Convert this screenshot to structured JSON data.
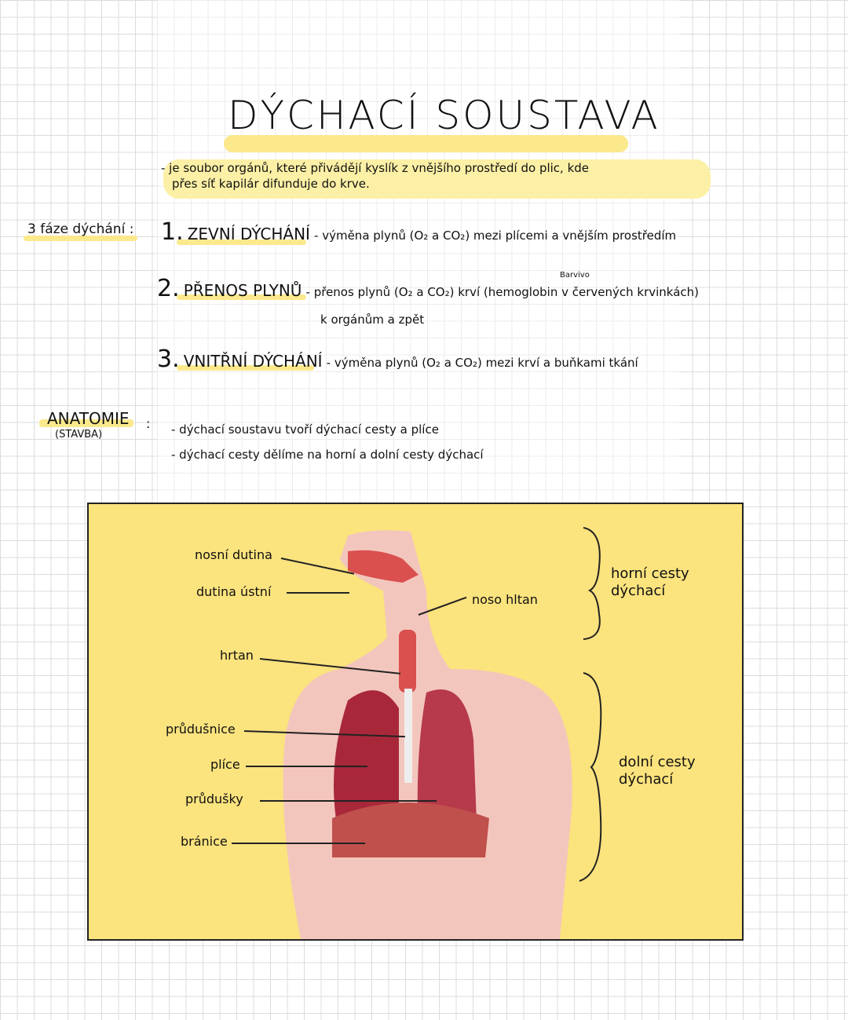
{
  "title": "DÝCHACÍ SOUSTAVA",
  "definition": [
    "- je soubor orgánů, které přivádějí kyslík z vnějšího prostředí do plic, kde",
    "přes síť kapilár difunduje do krve."
  ],
  "phases_label": "3 fáze dýchání :",
  "phases": [
    {
      "num": "1.",
      "name": "ZEVNÍ DÝCHÁNÍ",
      "desc": "- výměna plynů (O₂ a CO₂) mezi plícemi a vnějším prostředím"
    },
    {
      "num": "2.",
      "name": "PŘENOS PLYNŮ",
      "desc": "- přenos plynů (O₂ a CO₂) krví (hemoglobin v červených krvinkách)",
      "desc2": "k orgánům a zpět",
      "note": "Barvivo"
    },
    {
      "num": "3.",
      "name": "VNITŘNÍ DÝCHÁNÍ",
      "desc": "- výměna plynů (O₂ a CO₂) mezi krví a buňkami tkání"
    }
  ],
  "anatomy": {
    "label": "ANATOMIE",
    "sublabel": "(STAVBA)",
    "colon": ":",
    "lines": [
      "- dýchací soustavu tvoří dýchací cesty a plíce",
      "- dýchací cesty dělíme na horní a dolní cesty dýchací"
    ]
  },
  "diagram": {
    "background": "#fbe37e",
    "labels": {
      "nosni_dutina": "nosní dutina",
      "dutina_ustni": "dutina ústní",
      "noso_hltan": "noso hltan",
      "hrtan": "hrtan",
      "prudusnice": "průdušnice",
      "plice": "plíce",
      "prudusky": "průdušky",
      "branice": "bránice"
    },
    "groups": {
      "upper": "horní cesty dýchací",
      "lower": "dolní cesty dýchací"
    }
  }
}
